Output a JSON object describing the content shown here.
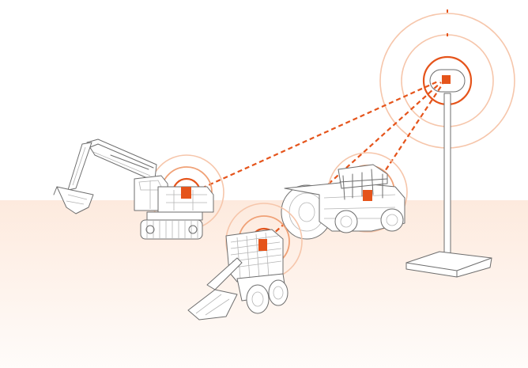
{
  "colors": {
    "accent": "#e5541b",
    "ring_light": "#f6c6ab",
    "ring_mid": "#f0a176",
    "ground": "#fde9dc",
    "outline": "#6e6e6e",
    "pole": "#6e6e6e"
  },
  "diagram": {
    "hub": "base-station-antenna",
    "nodes": [
      {
        "id": "excavator",
        "icon": "excavator-icon"
      },
      {
        "id": "skid-steer-loader",
        "icon": "skid-steer-loader-icon"
      },
      {
        "id": "road-roller",
        "icon": "road-roller-icon"
      }
    ],
    "connections": [
      {
        "from": "excavator",
        "to": "base-station-antenna",
        "style": "dashed"
      },
      {
        "from": "skid-steer-loader",
        "to": "base-station-antenna",
        "style": "dashed"
      },
      {
        "from": "road-roller",
        "to": "base-station-antenna",
        "style": "dashed"
      }
    ]
  }
}
